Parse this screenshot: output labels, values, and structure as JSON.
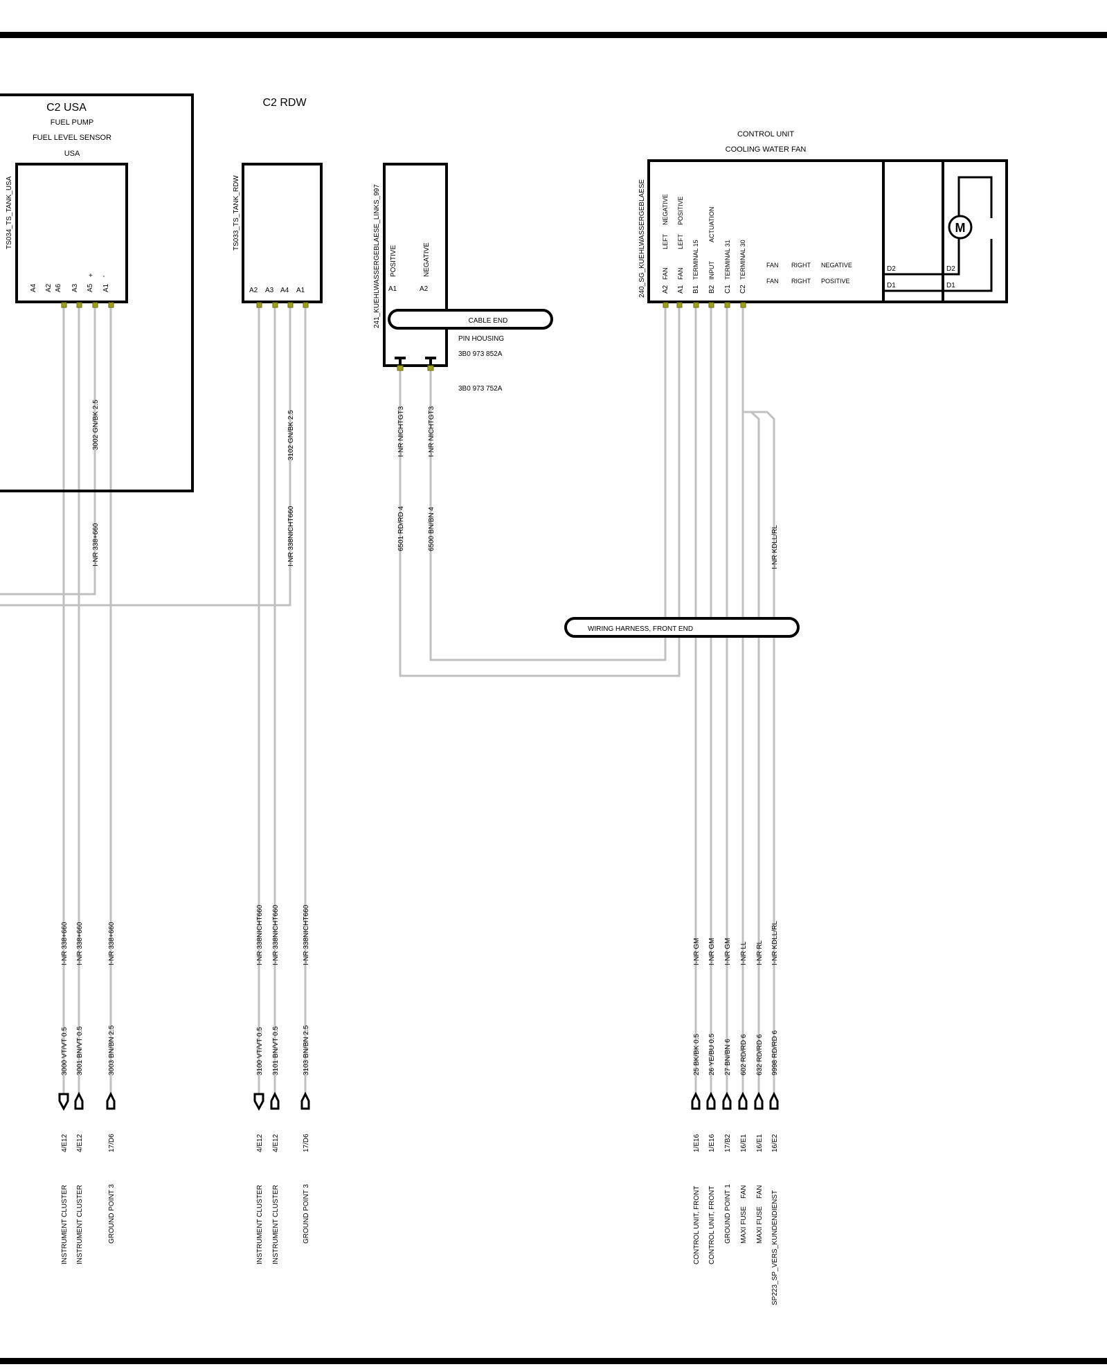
{
  "c2usa": {
    "title": "C2 USA",
    "desc": [
      "FUEL PUMP",
      "FUEL LEVEL SENSOR",
      "USA"
    ],
    "connector": "TS034_TS_TANK_USA",
    "pins": [
      "A4",
      "A2",
      "A6",
      "A3",
      "A5",
      "A1"
    ],
    "pin_marks": [
      "+",
      "'"
    ],
    "bus_wire": "3002 GN/BK 2.5",
    "inr": "I-NR 338+660",
    "wires": [
      "3000 VT/VT 0.5",
      "3001 BN/VT 0.5",
      "3003 BN/BN 2.5"
    ],
    "inrs": [
      "I-NR 338+660",
      "I-NR 338+660",
      "I-NR 338+660"
    ],
    "refs": [
      "4/E12",
      "4/E12",
      "17/D6"
    ],
    "dests": [
      "INSTRUMENT CLUSTER",
      "INSTRUMENT CLUSTER",
      "GROUND POINT 3"
    ]
  },
  "c2rdw": {
    "title": "C2 RDW",
    "connector": "TS033_TS_TANK_RDW",
    "pins": [
      "A2",
      "A3",
      "A4",
      "A1"
    ],
    "bus_wire": "3102 GN/BK 2.5",
    "inr": "I-NR 338NICHT660",
    "wires": [
      "3100 VT/VT 0.5",
      "3101 BN/VT 0.5",
      "3103 BN/BN 2.5"
    ],
    "inrs": [
      "I-NR 338NICHT660",
      "I-NR 338NICHT660",
      "I-NR 338NICHT660"
    ],
    "refs": [
      "4/E12",
      "4/E12",
      "17/D6"
    ],
    "dests": [
      "INSTRUMENT CLUSTER",
      "INSTRUMENT CLUSTER",
      "GROUND POINT 3"
    ]
  },
  "fan_left": {
    "connector": "241_KUEHLWASSERGEBLAESE_LINKS_997",
    "pin_labels": [
      "POSITIVE",
      "NEGATIVE"
    ],
    "pins": [
      "A1",
      "A2"
    ],
    "cable_end": "CABLE END",
    "pin_housing": "PIN HOUSING",
    "part1": "3B0 973 852A",
    "part2": "3B0 973 752A",
    "inrs": [
      "I-NR NICHTGT3",
      "I-NR NICHTGT3"
    ],
    "wires": [
      "6501 RD/RD 4",
      "6500 BN/BN 4"
    ]
  },
  "harness": {
    "label": "WIRING HARNESS, FRONT END"
  },
  "control_unit": {
    "title": [
      "CONTROL UNIT",
      "COOLING WATER FAN"
    ],
    "connector": "240_SG_KUEHLWASSERGEBLAESE",
    "pins": [
      "A2",
      "A1",
      "B1",
      "B2",
      "C1",
      "C2"
    ],
    "pin_labels": [
      [
        "FAN",
        "LEFT",
        "NEGATIVE"
      ],
      [
        "FAN",
        "LEFT",
        "POSITIVE"
      ],
      [
        "TERMINAL 15"
      ],
      [
        "INPUT",
        "ACTUATION"
      ],
      [
        "TERMINAL 31"
      ],
      [
        "TERMINAL 30"
      ]
    ],
    "right_rows": [
      [
        "FAN",
        "RIGHT",
        "NEGATIVE"
      ],
      [
        "FAN",
        "RIGHT",
        "POSITIVE"
      ]
    ],
    "motor_pins": [
      "D2",
      "D1",
      "D2",
      "D1"
    ],
    "motor_symbol": "M",
    "inr_long": "I-NR KDLL/RL",
    "wires": [
      "25 BK/BK 0.5",
      "26 YE/BU 0.5",
      "27 BN/BN 6",
      "602 RD/RD 6",
      "632 RD/RD 6",
      "9998 RD/RD 6"
    ],
    "inrs": [
      "I-NR GM",
      "I-NR GM",
      "I-NR GM",
      "I-NR LL",
      "I-NR RL",
      "I-NR KDLL/RL"
    ],
    "refs": [
      "1/E16",
      "1/E16",
      "17/B2",
      "16/E1",
      "16/E1",
      "16/E2"
    ],
    "dests": [
      "CONTROL UNIT, FRONT",
      "CONTROL UNIT, FRONT",
      "GROUND POINT 1",
      "MAXI FUSE    FAN",
      "MAXI FUSE    FAN",
      "SP223_SP_VERS_KUNDENDIENST"
    ]
  }
}
